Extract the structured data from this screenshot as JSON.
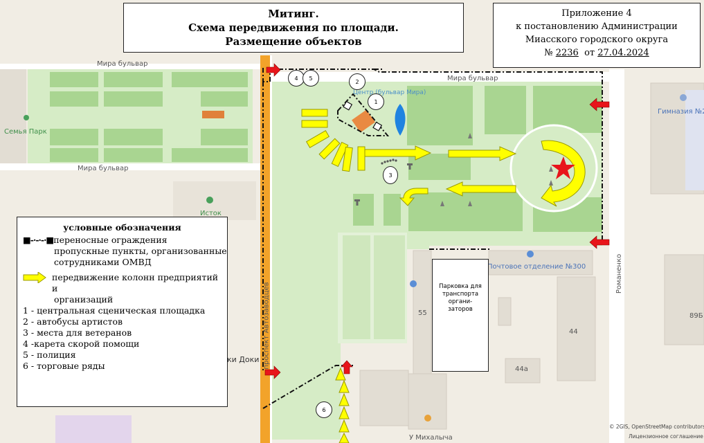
{
  "title": {
    "line1": "Митинг.",
    "line2": "Схема передвижения по площади.",
    "line3": "Размещение объектов"
  },
  "appendix": {
    "line1": "Приложение 4",
    "line2": "к постановлению Администрации",
    "line3": "Миасского городского округа",
    "number_prefix": "№",
    "number": "2236",
    "date_prefix": "от",
    "date": "27.04.2024"
  },
  "legend": {
    "title": "условные обозначения",
    "barrier_symbol": "■-·-·-·■",
    "barrier_text": "переносные ограждения",
    "checkpoints_text_1": "пропускные пункты, организованные",
    "checkpoints_text_2": "сотрудниками ОМВД",
    "movement_text_1": "передвижение колонн предприятий и",
    "movement_text_2": "организаций",
    "items": [
      "1 - центральная сценическая площадка",
      "2 - автобусы артистов",
      "3 - места для ветеранов",
      "4 -карета скорой помощи",
      "5 - полиция",
      "6 - торговые ряды"
    ]
  },
  "parking": {
    "line1": "Парковка для",
    "line2": "транспорта",
    "line3": "органи-",
    "line4": "заторов"
  },
  "map_labels": {
    "mira_top_left": "Мира бульвар",
    "mira_top_right": "Мира бульвар",
    "mira_mid": "Мира бульвар",
    "semya_park": "Семья Парк",
    "istok": "Исток",
    "center": "Центр (бульвар Мира)",
    "gymnasium": "Гимназия №2",
    "post_office": "Почтовое отделение №300",
    "avtozavodtsev": "проспект Автозаводцев",
    "romanenko": "Романенко",
    "doki": "ки Доки",
    "mikhalycha": "У Михалыча",
    "bldg_55": "55",
    "bldg_44": "44",
    "bldg_44a": "44а",
    "bldg_89b": "89Б"
  },
  "markers": {
    "m1": "1",
    "m2": "2",
    "m3": "3",
    "m4": "4",
    "m5": "5",
    "m6": "6"
  },
  "copyright": {
    "line1": "© 2GIS, OpenStreetMap contributors",
    "line2": "Лицензионное соглашение"
  },
  "colors": {
    "park_green": "#a9d591",
    "lawn_light": "#d6ecc6",
    "avenue_orange": "#f2a32a",
    "arrow_yellow": "#ffff00",
    "arrow_outline": "#9a9a00",
    "checkpoint_red": "#e8151b",
    "star_red": "#e8151b",
    "pin_blue": "#1f83e0",
    "building": "#e2ddd3"
  }
}
